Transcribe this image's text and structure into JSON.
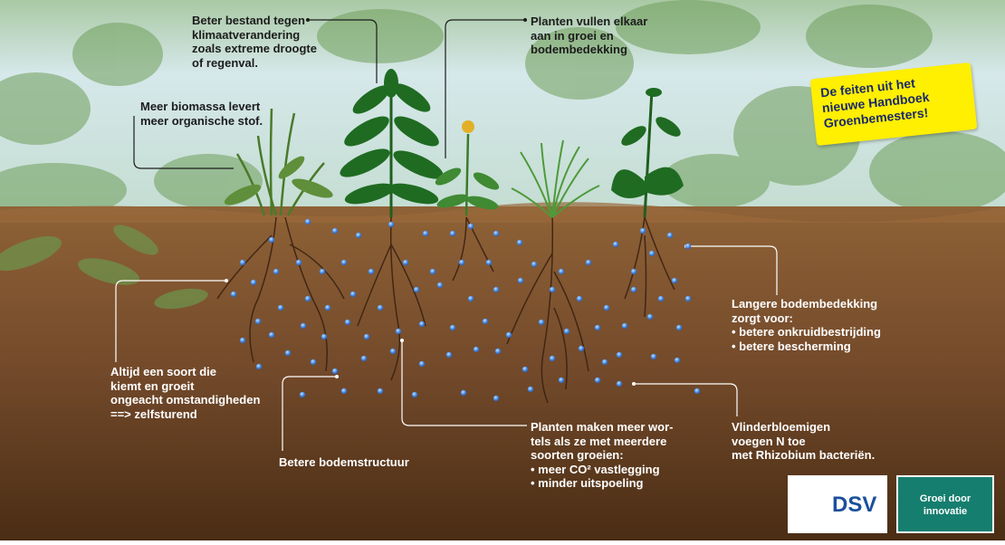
{
  "labels": {
    "climate": "Beter bestand tegen\nklimaatverandering\nzoals extreme droogte\nof regenval.",
    "biomass": "Meer biomassa levert\nmeer organische stof.",
    "fill": "Planten vullen elkaar\naan in groei en\nbodembedekking",
    "cover": "Langere bodembedekking\nzorgt voor:\n• betere onkruidbestrijding\n• betere bescherming",
    "always": "Altijd een soort die\nkiemt en groeit\nongeacht omstandigheden\n==> zelfsturend",
    "structure": "Betere bodemstructuur",
    "roots": "Planten maken meer wor-\ntels als ze met meerdere\nsoorten groeien:\n• meer CO² vastlegging\n• minder uitspoeling",
    "legumes": "Vlinderbloemigen\nvoegen N toe\nmet Rhizobium bacteriën."
  },
  "banner": "De feiten uit het\nnieuwe Handboek\nGroenbemesters!",
  "logos": {
    "dsv": "DSV",
    "groei": "Groei door\ninnovatie"
  },
  "colors": {
    "sky": "#cfe3e6",
    "foliage": "#7fae62",
    "soil_top": "#8a5d34",
    "soil_bottom": "#4a2d14",
    "water_dot": "#4f8fe0",
    "plant_dark": "#1f6b22",
    "banner_bg": "#ffef00",
    "banner_text": "#1a2a6c",
    "dsv_blue": "#1b4f9c",
    "dsv_green": "#3b8a3f",
    "groei_bg": "#167e6e"
  }
}
